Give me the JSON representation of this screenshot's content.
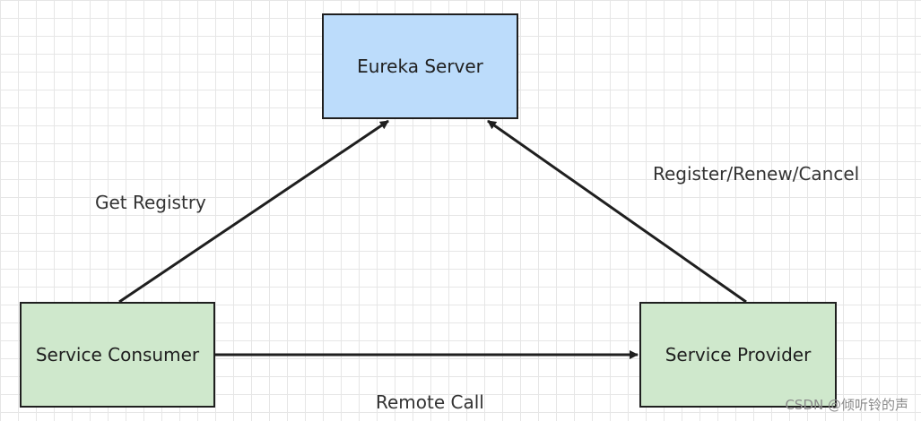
{
  "nodes": {
    "server": "Eureka Server",
    "consumer": "Service Consumer",
    "provider": "Service Provider"
  },
  "edges": {
    "get_registry": "Get Registry",
    "register": "Register/Renew/Cancel",
    "remote_call": "Remote Call"
  },
  "colors": {
    "server_fill": "#bcdcfb",
    "service_fill": "#cfe8cc",
    "line": "#1f1f1f"
  },
  "watermark": "CSDN @倾听铃的声"
}
